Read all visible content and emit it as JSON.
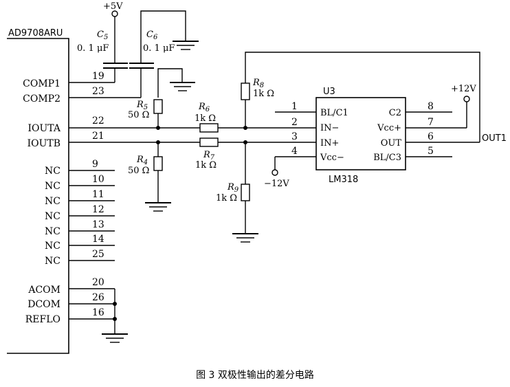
{
  "ad9708": {
    "name": "AD9708ARU",
    "pins": [
      {
        "label": "COMP1",
        "num": "19"
      },
      {
        "label": "COMP2",
        "num": "23"
      },
      {
        "label": "IOUTA",
        "num": "22"
      },
      {
        "label": "IOUTB",
        "num": "21"
      },
      {
        "label": "NC",
        "num": "9"
      },
      {
        "label": "NC",
        "num": "10"
      },
      {
        "label": "NC",
        "num": "11"
      },
      {
        "label": "NC",
        "num": "12"
      },
      {
        "label": "NC",
        "num": "13"
      },
      {
        "label": "NC",
        "num": "14"
      },
      {
        "label": "NC",
        "num": "25"
      },
      {
        "label": "ACOM",
        "num": "20"
      },
      {
        "label": "DCOM",
        "num": "26"
      },
      {
        "label": "REFLO",
        "num": "16"
      }
    ]
  },
  "supply": {
    "plus5": "+5V",
    "plus12": "+12V",
    "minus12": "−12V"
  },
  "components": {
    "c5": {
      "ref": "C",
      "sub": "5",
      "value": "0. 1 μF"
    },
    "c6": {
      "ref": "C",
      "sub": "6",
      "value": "0. 1 μF"
    },
    "r4": {
      "ref": "R",
      "sub": "4",
      "value": "50 Ω"
    },
    "r5": {
      "ref": "R",
      "sub": "5",
      "value": "50 Ω"
    },
    "r6": {
      "ref": "R",
      "sub": "6",
      "value": "1k Ω"
    },
    "r7": {
      "ref": "R",
      "sub": "7",
      "value": "1k Ω"
    },
    "r8": {
      "ref": "R",
      "sub": "8",
      "value": "1k Ω"
    },
    "r9": {
      "ref": "R",
      "sub": "9",
      "value": "1k Ω"
    }
  },
  "opamp": {
    "ref": "U3",
    "name": "LM318",
    "left_pins": [
      {
        "num": "1",
        "label": "BL/C1"
      },
      {
        "num": "2",
        "label": "IN−"
      },
      {
        "num": "3",
        "label": "IN+"
      },
      {
        "num": "4",
        "label": "Vcc−"
      }
    ],
    "right_pins": [
      {
        "num": "8",
        "label": "C2"
      },
      {
        "num": "7",
        "label": "Vcc+"
      },
      {
        "num": "6",
        "label": "OUT"
      },
      {
        "num": "5",
        "label": "BL/C3"
      }
    ]
  },
  "output_label": "OUT1",
  "caption": "图 3    双极性输出的差分电路"
}
